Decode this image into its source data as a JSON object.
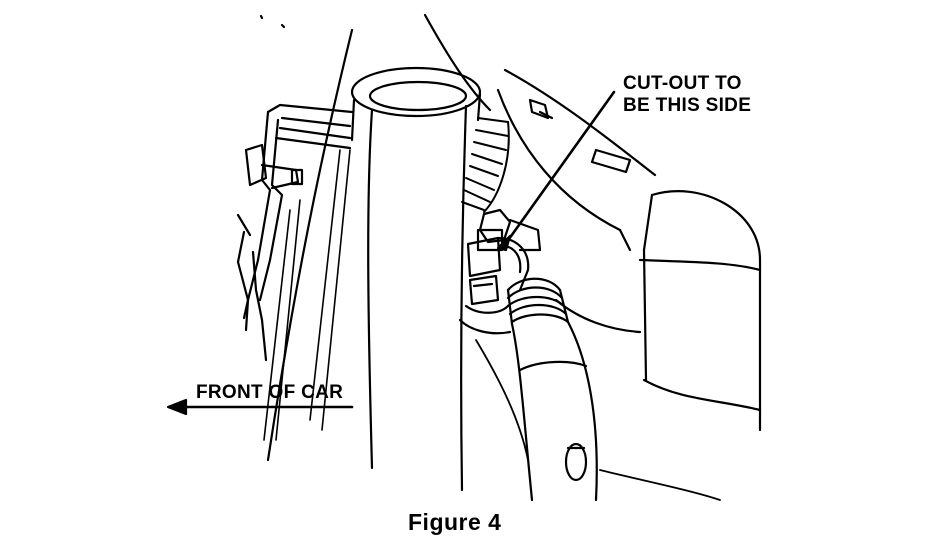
{
  "callout": {
    "line1": "CUT-OUT TO",
    "line2": "BE THIS SIDE"
  },
  "direction_label": "FRONT OF CAR",
  "caption": "Figure 4",
  "colors": {
    "ink": "#000000",
    "paper": "#ffffff"
  }
}
